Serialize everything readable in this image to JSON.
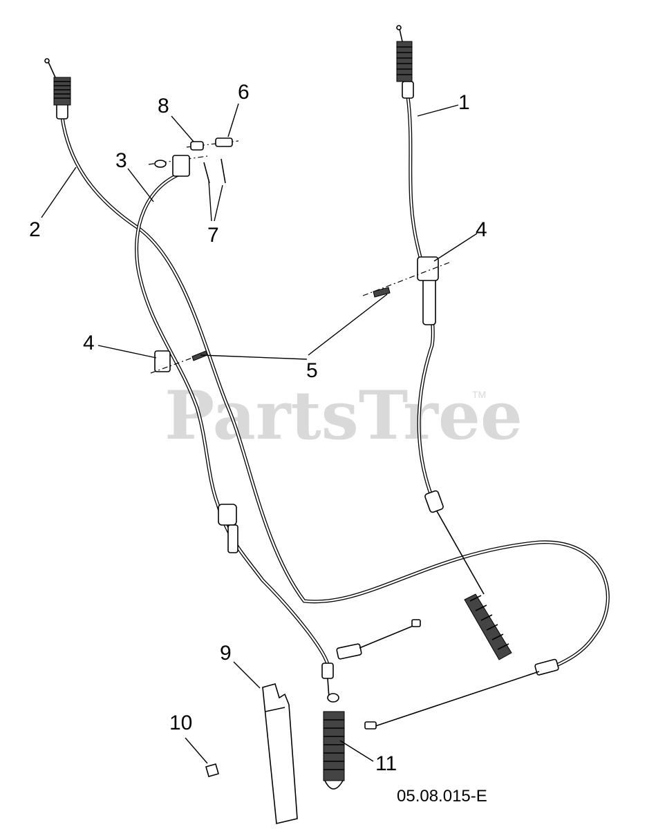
{
  "diagram": {
    "callouts": [
      {
        "id": "1",
        "label": "1"
      },
      {
        "id": "2",
        "label": "2"
      },
      {
        "id": "3",
        "label": "3"
      },
      {
        "id": "4a",
        "label": "4"
      },
      {
        "id": "4b",
        "label": "4"
      },
      {
        "id": "5",
        "label": "5"
      },
      {
        "id": "6",
        "label": "6"
      },
      {
        "id": "7",
        "label": "7"
      },
      {
        "id": "8",
        "label": "8"
      },
      {
        "id": "9",
        "label": "9"
      },
      {
        "id": "10",
        "label": "10"
      },
      {
        "id": "11",
        "label": "11"
      }
    ],
    "drawing_code": "05.08.015-E",
    "watermark": "PartsTree",
    "watermark_mark": "TM"
  }
}
